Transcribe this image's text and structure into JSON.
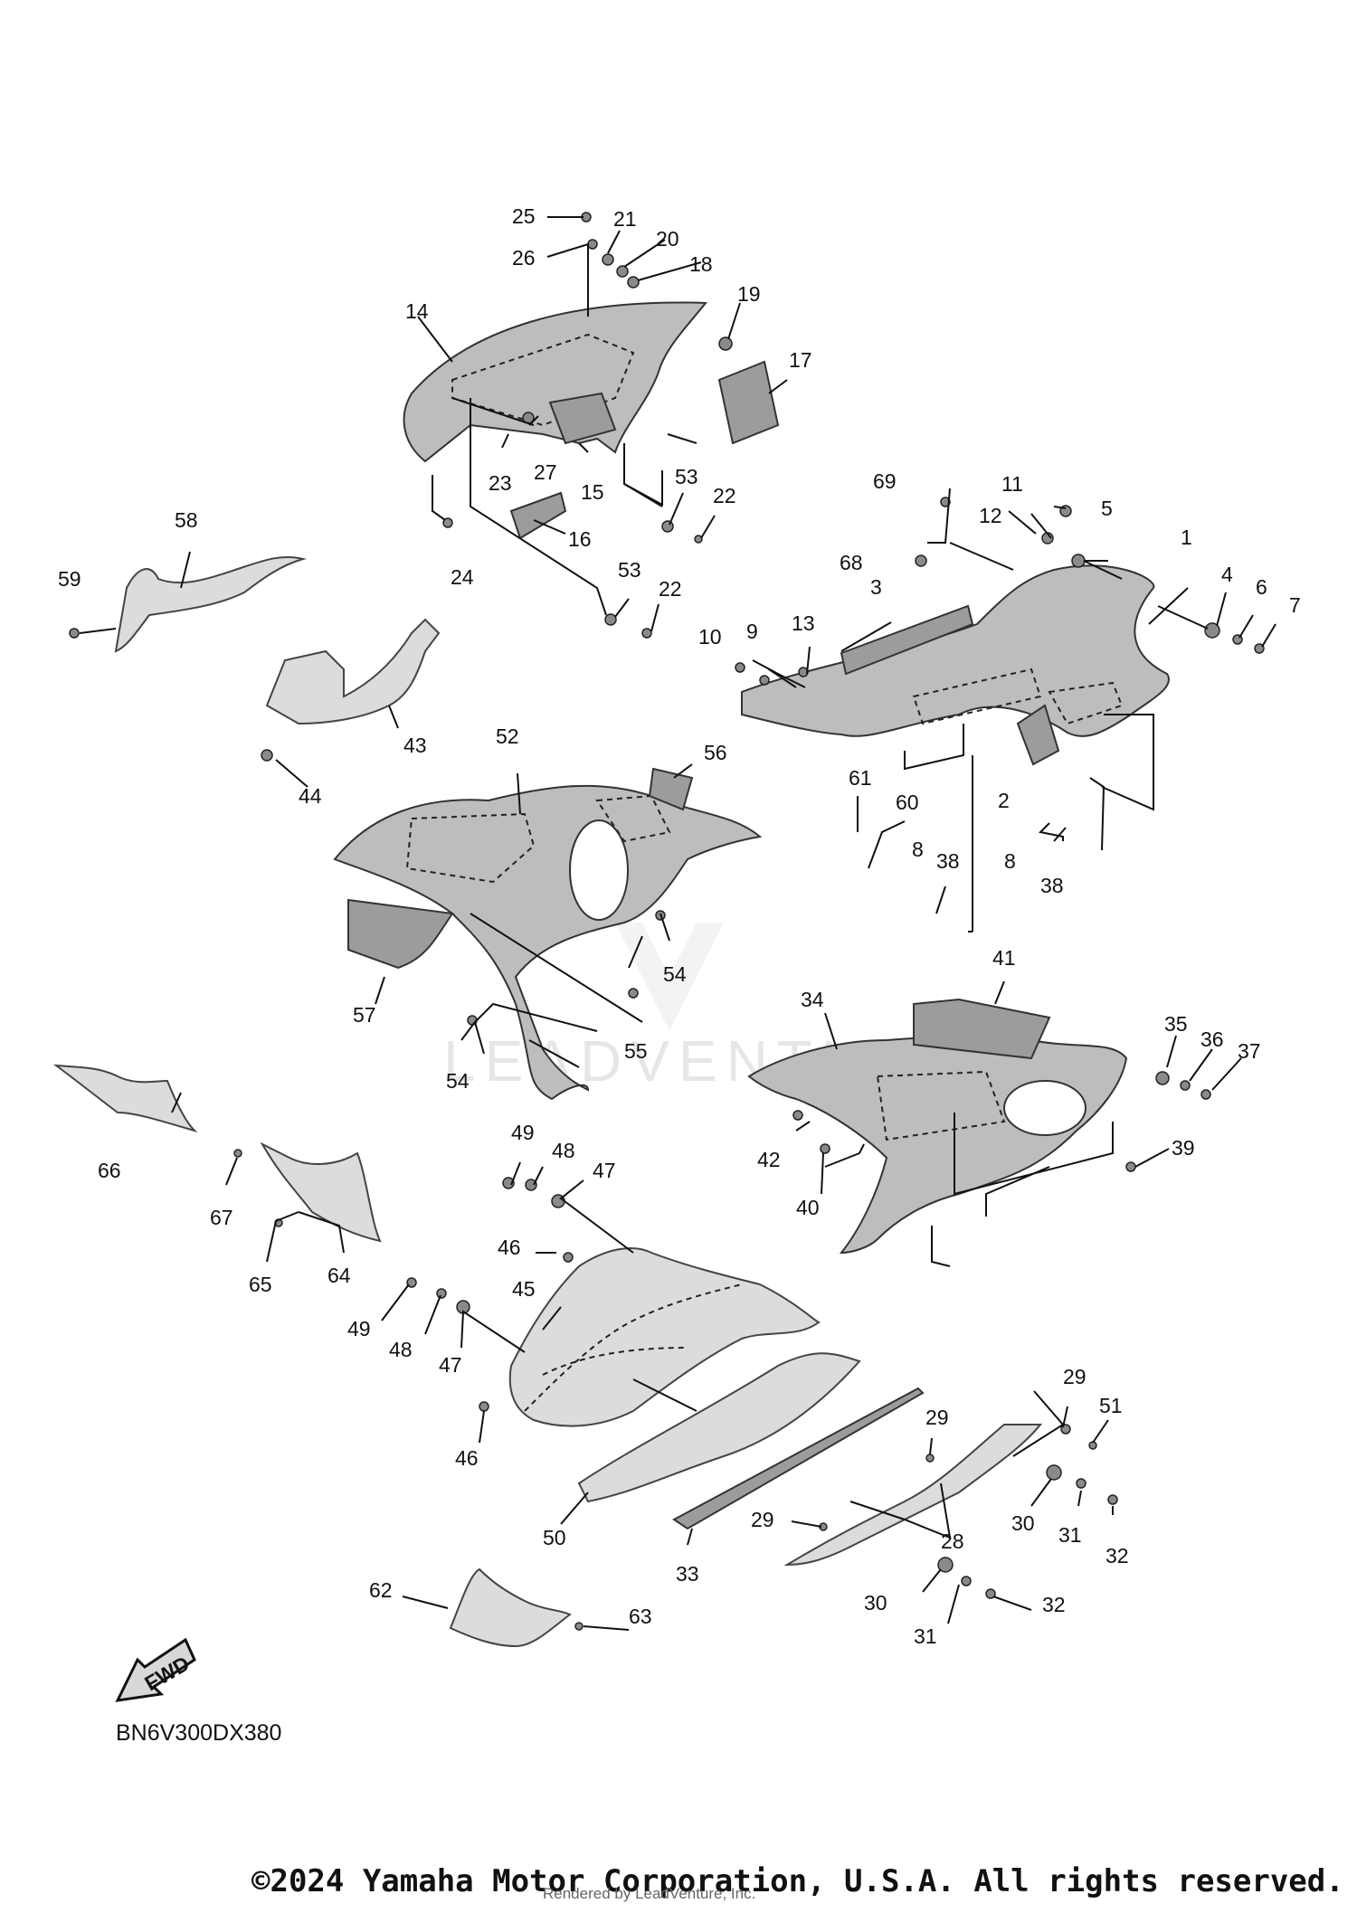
{
  "diagram": {
    "code": "BN6V300DX380",
    "fwd_label": "FWD",
    "watermark": "LEADVENTURE",
    "copyright": "©2024 Yamaha Motor Corporation, U.S.A. All rights reserved.",
    "rendered_by": "Rendered by LeadVenture, Inc."
  },
  "callouts": [
    "1",
    "2",
    "3",
    "4",
    "5",
    "6",
    "7",
    "8",
    "8",
    "9",
    "10",
    "11",
    "12",
    "13",
    "14",
    "15",
    "16",
    "17",
    "18",
    "19",
    "20",
    "21",
    "22",
    "22",
    "23",
    "24",
    "25",
    "26",
    "27",
    "28",
    "29",
    "29",
    "29",
    "30",
    "30",
    "31",
    "31",
    "32",
    "32",
    "33",
    "34",
    "35",
    "36",
    "37",
    "38",
    "38",
    "39",
    "40",
    "41",
    "42",
    "43",
    "44",
    "45",
    "46",
    "46",
    "47",
    "47",
    "48",
    "48",
    "49",
    "49",
    "50",
    "51",
    "52",
    "53",
    "53",
    "54",
    "54",
    "55",
    "56",
    "57",
    "58",
    "59",
    "60",
    "61",
    "62",
    "63",
    "64",
    "65",
    "66",
    "67",
    "68",
    "69"
  ]
}
